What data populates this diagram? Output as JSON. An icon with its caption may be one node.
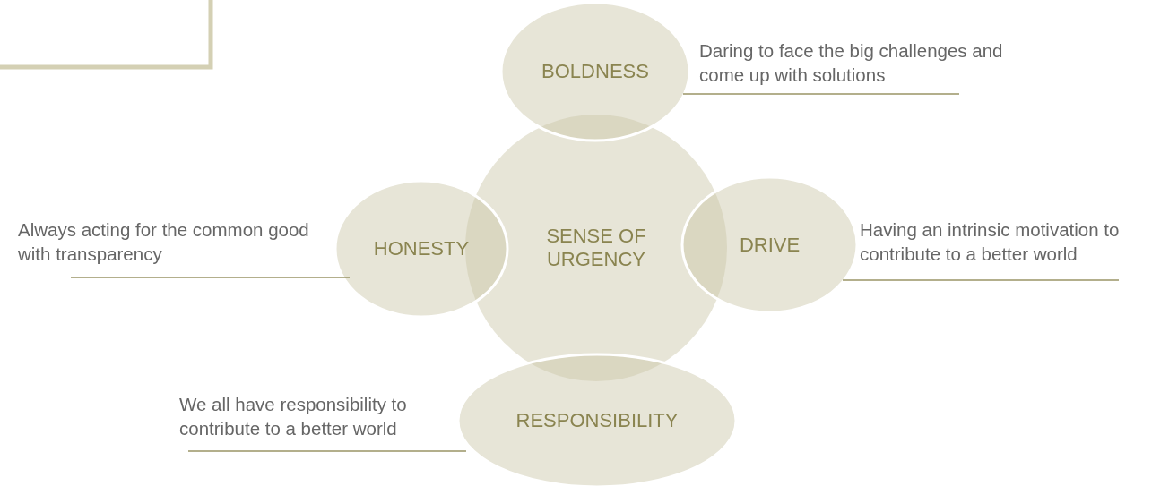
{
  "diagram": {
    "nodes": [
      {
        "text": [
          "BOLDNESS"
        ],
        "beside": [
          "Daring to face the big challenges and come up with solutions"
        ]
      },
      {
        "text": [
          "HONESTY"
        ],
        "beside": [
          "Always acting for the common good with transparency"
        ]
      },
      {
        "text": [
          "SENSE OF URGENCY"
        ]
      },
      {
        "text": [
          "DRIVE"
        ],
        "beside": [
          "Having an intrinsic motivation to contribute to a better world"
        ]
      },
      {
        "text": [
          "RESPONSIBILITY"
        ],
        "beside": [
          "We all have responsibility to contribute to a better world"
        ]
      }
    ]
  }
}
